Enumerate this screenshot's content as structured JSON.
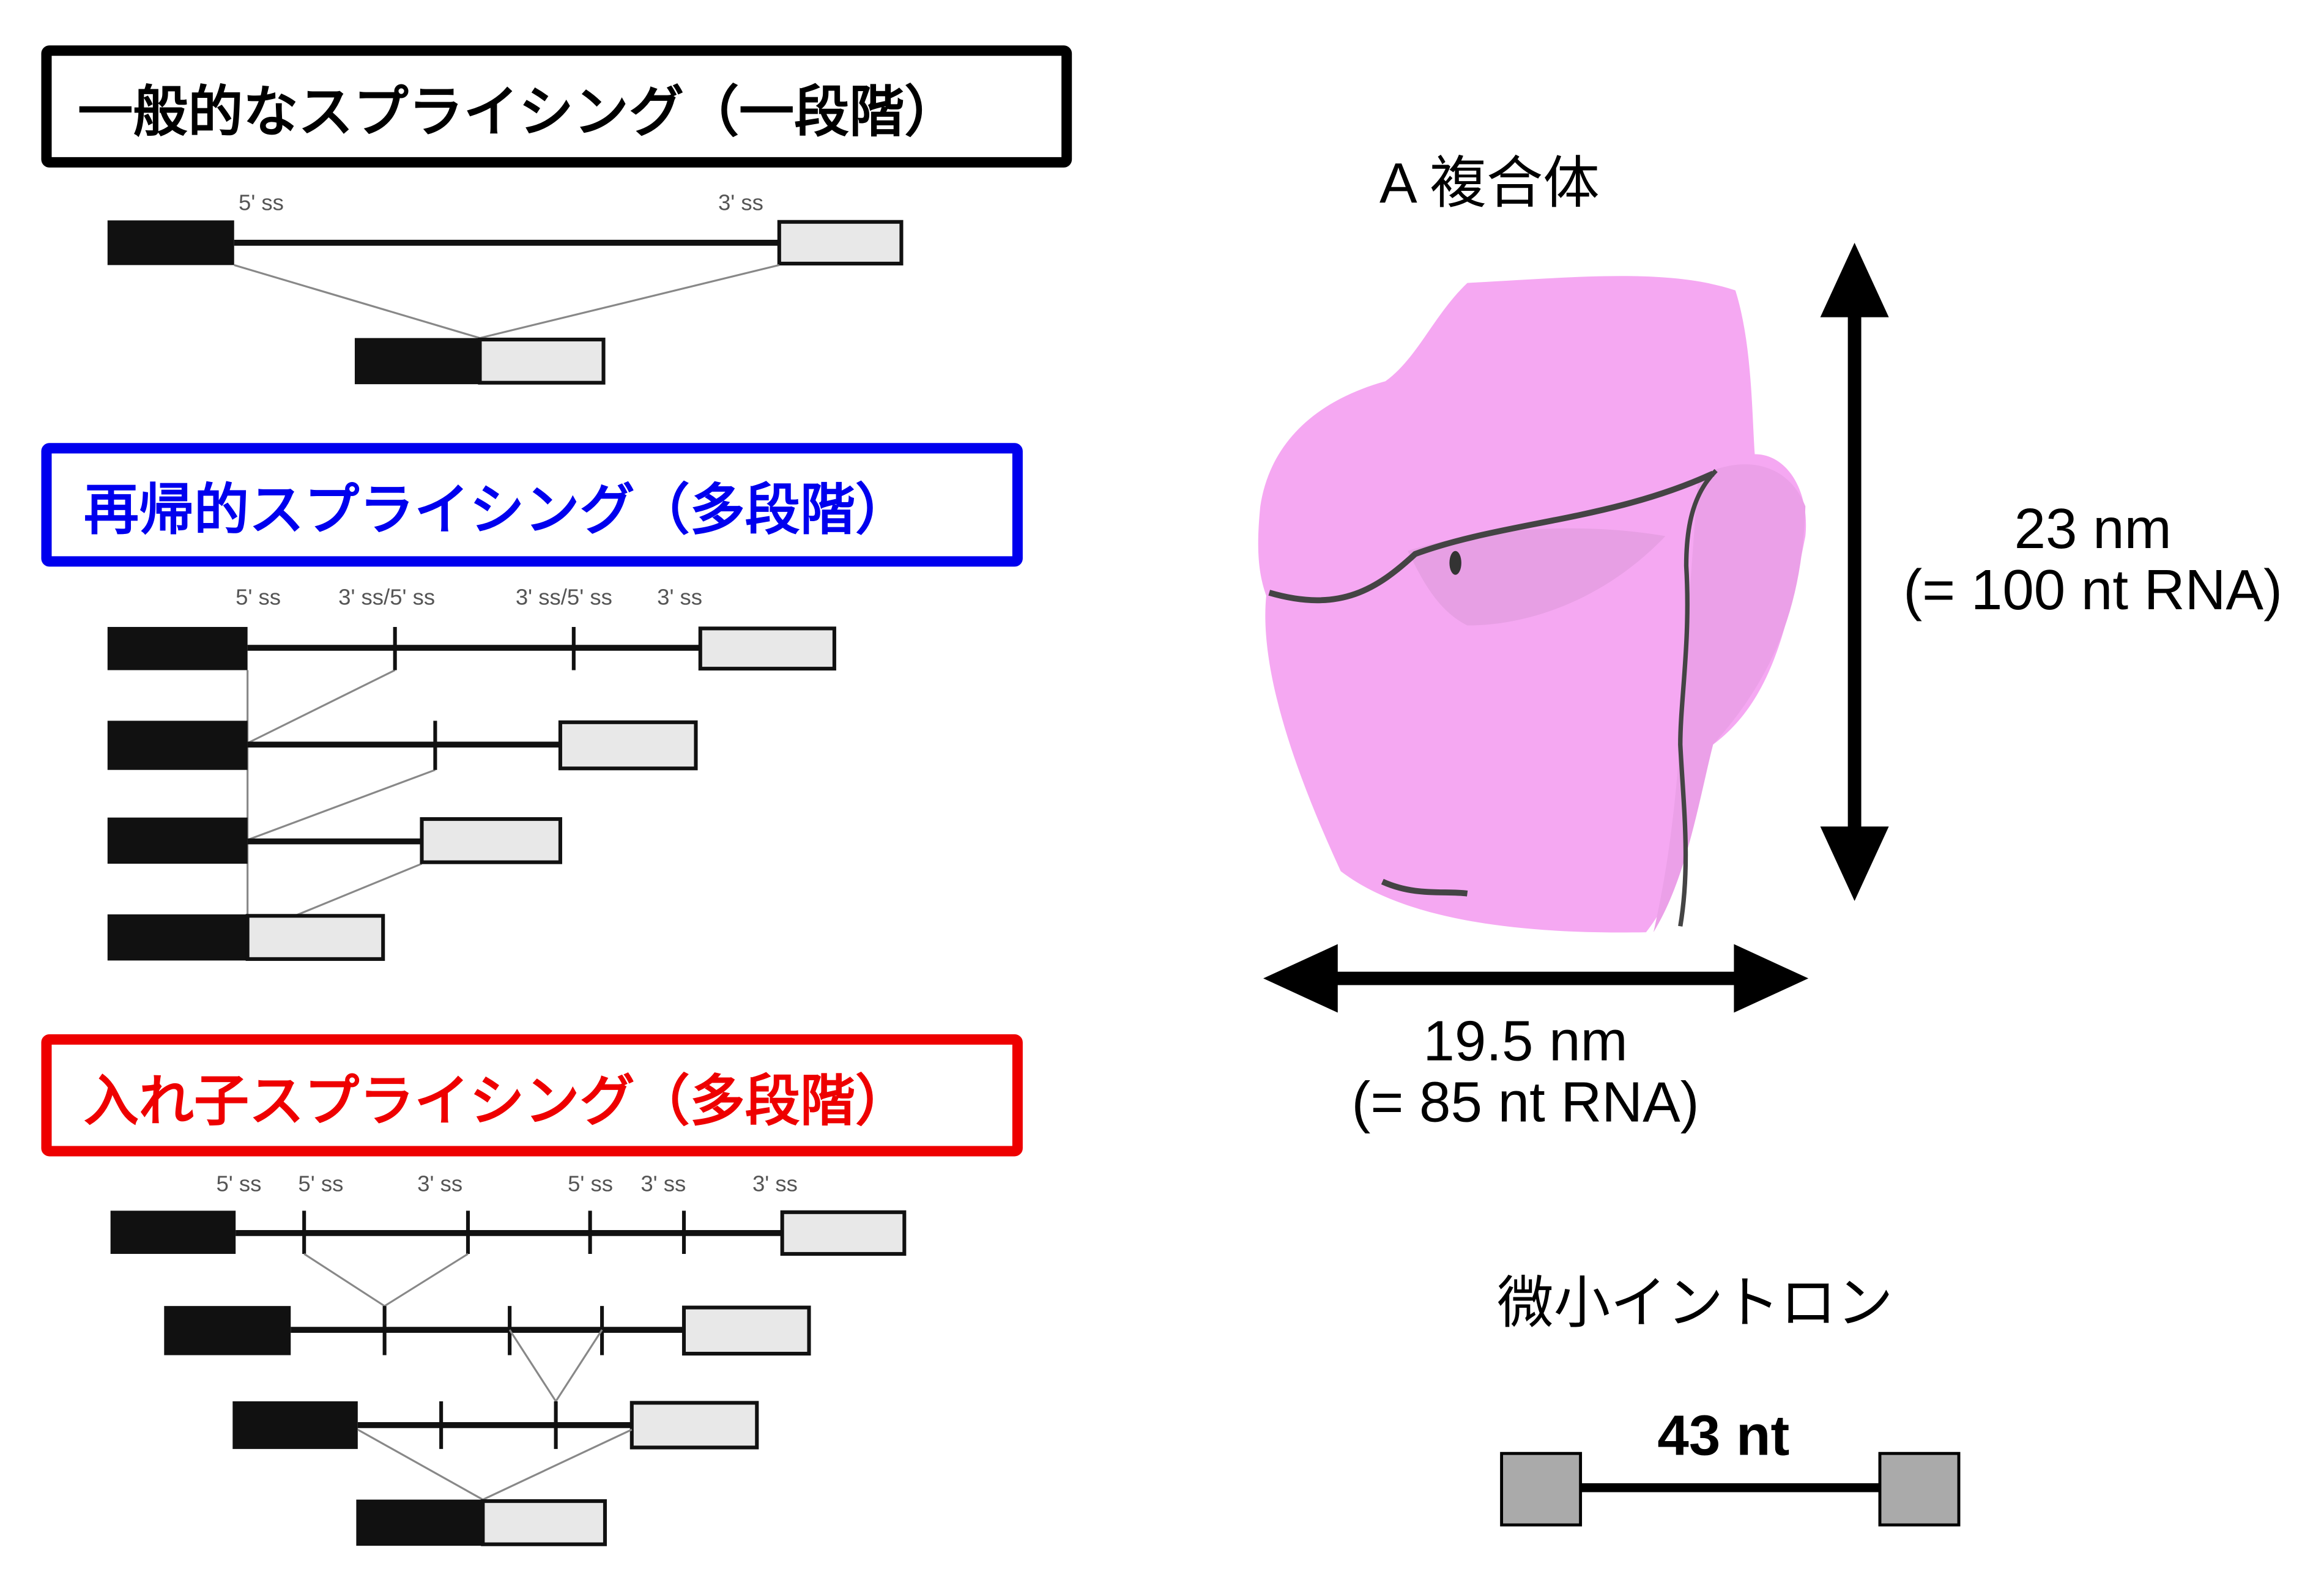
{
  "panels": {
    "general": {
      "title": "一般的なスプライシング（一段階）",
      "color": "#000000",
      "site_labels": [
        "5' ss",
        "3' ss"
      ]
    },
    "recursive": {
      "title": "再帰的スプライシング（多段階）",
      "color": "#0000ee",
      "site_labels": [
        "5' ss",
        "3' ss/5' ss",
        "3' ss/5' ss",
        "3' ss"
      ]
    },
    "nested": {
      "title": "入れ子スプライシング（多段階）",
      "color": "#ee0000",
      "site_labels": [
        "5' ss",
        "5' ss",
        "3' ss",
        "5' ss",
        "3' ss",
        "3' ss"
      ]
    }
  },
  "complex": {
    "title": "A 複合体",
    "color": "#f5a8f2",
    "height": "23 nm",
    "height_note": "(= 100 nt RNA)",
    "width": "19.5 nm",
    "width_note": "(= 85 nt RNA)"
  },
  "micro_intron": {
    "title": "微小イントロン",
    "length": "43 nt"
  }
}
